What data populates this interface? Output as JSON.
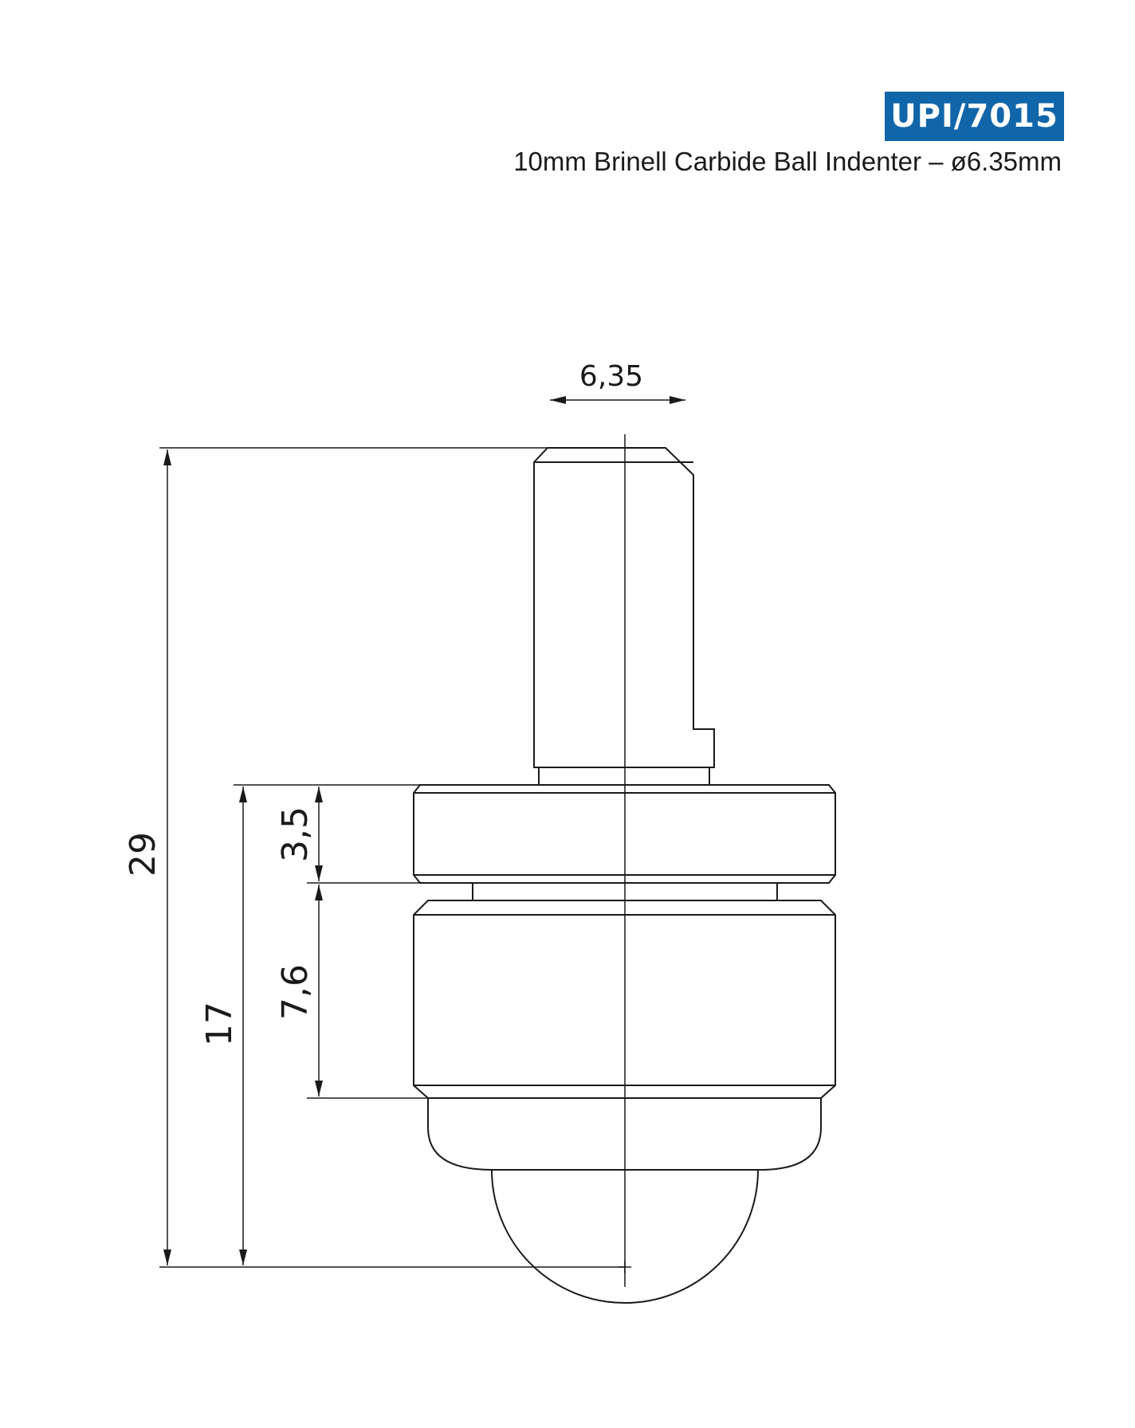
{
  "header": {
    "product_code": "UPI/7015",
    "description": "10mm Brinell Carbide Ball Indenter – ø6.35mm"
  },
  "dimensions": {
    "shank_diameter": "6,35",
    "overall_height": "29",
    "body_height": "17",
    "collar_height": "3,5",
    "lower_body_height": "7,6"
  },
  "colors": {
    "badge_background": "#1166aa",
    "badge_text": "#ffffff",
    "line": "#1a1a1a"
  }
}
